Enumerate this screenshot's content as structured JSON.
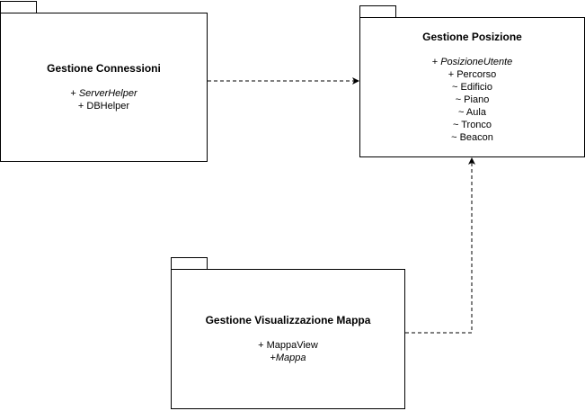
{
  "packages": [
    {
      "title": "Gestione Connessioni",
      "members": [
        {
          "visibility": "+",
          "name": "ServerHelper",
          "italic": true
        },
        {
          "visibility": "+",
          "name": "DBHelper",
          "italic": false
        }
      ]
    },
    {
      "title": "Gestione Posizione",
      "members": [
        {
          "visibility": "+",
          "name": "PosizioneUtente",
          "italic": true
        },
        {
          "visibility": "+",
          "name": "Percorso",
          "italic": false
        },
        {
          "visibility": "~",
          "name": "Edificio",
          "italic": false
        },
        {
          "visibility": "~",
          "name": "Piano",
          "italic": false
        },
        {
          "visibility": "~",
          "name": "Aula",
          "italic": false
        },
        {
          "visibility": "~",
          "name": "Tronco",
          "italic": false
        },
        {
          "visibility": "~",
          "name": "Beacon",
          "italic": false
        }
      ]
    },
    {
      "title": "Gestione Visualizzazione Mappa",
      "members": [
        {
          "visibility": "+",
          "name": "MappaView",
          "italic": false
        },
        {
          "visibility": "+",
          "name": "Mappa",
          "italic": true,
          "no_space": true
        }
      ]
    }
  ],
  "dependencies": [
    {
      "from": "Gestione Connessioni",
      "to": "Gestione Posizione",
      "style": "dashed"
    },
    {
      "from": "Gestione Visualizzazione Mappa",
      "to": "Gestione Posizione",
      "style": "dashed"
    }
  ],
  "colors": {
    "stroke": "#000000",
    "background": "#ffffff"
  }
}
